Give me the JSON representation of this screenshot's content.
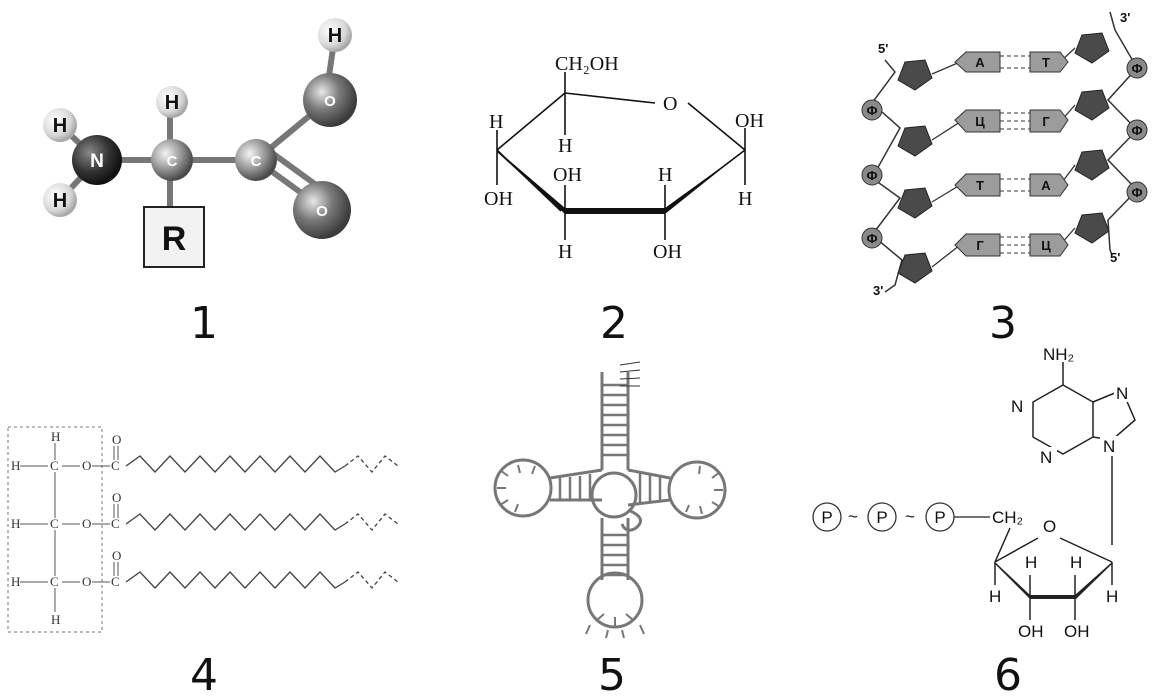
{
  "panels": [
    {
      "caption": "1"
    },
    {
      "caption": "2"
    },
    {
      "caption": "3"
    },
    {
      "caption": "4"
    },
    {
      "caption": "5"
    },
    {
      "caption": "6"
    }
  ],
  "amino_acid": {
    "H": "H",
    "N": "N",
    "C": "C",
    "O": "O",
    "R": "R"
  },
  "glucose": {
    "ch2oh": "CH₂OH",
    "o": "O",
    "oh": "OH",
    "h": "H"
  },
  "dna": {
    "five_prime": "5'",
    "three_prime": "3'",
    "phosphate": "Ф",
    "pairs": [
      [
        "А",
        "Т"
      ],
      [
        "Ц",
        "Г"
      ],
      [
        "Т",
        "А"
      ],
      [
        "Г",
        "Ц"
      ]
    ]
  },
  "triglyceride": {
    "h": "H",
    "c": "C",
    "o": "O"
  },
  "atp": {
    "nh2": "NH₂",
    "n": "N",
    "p": "P",
    "tilde": "~",
    "ch2": "CH₂",
    "o": "O",
    "h": "H",
    "oh": "OH"
  }
}
